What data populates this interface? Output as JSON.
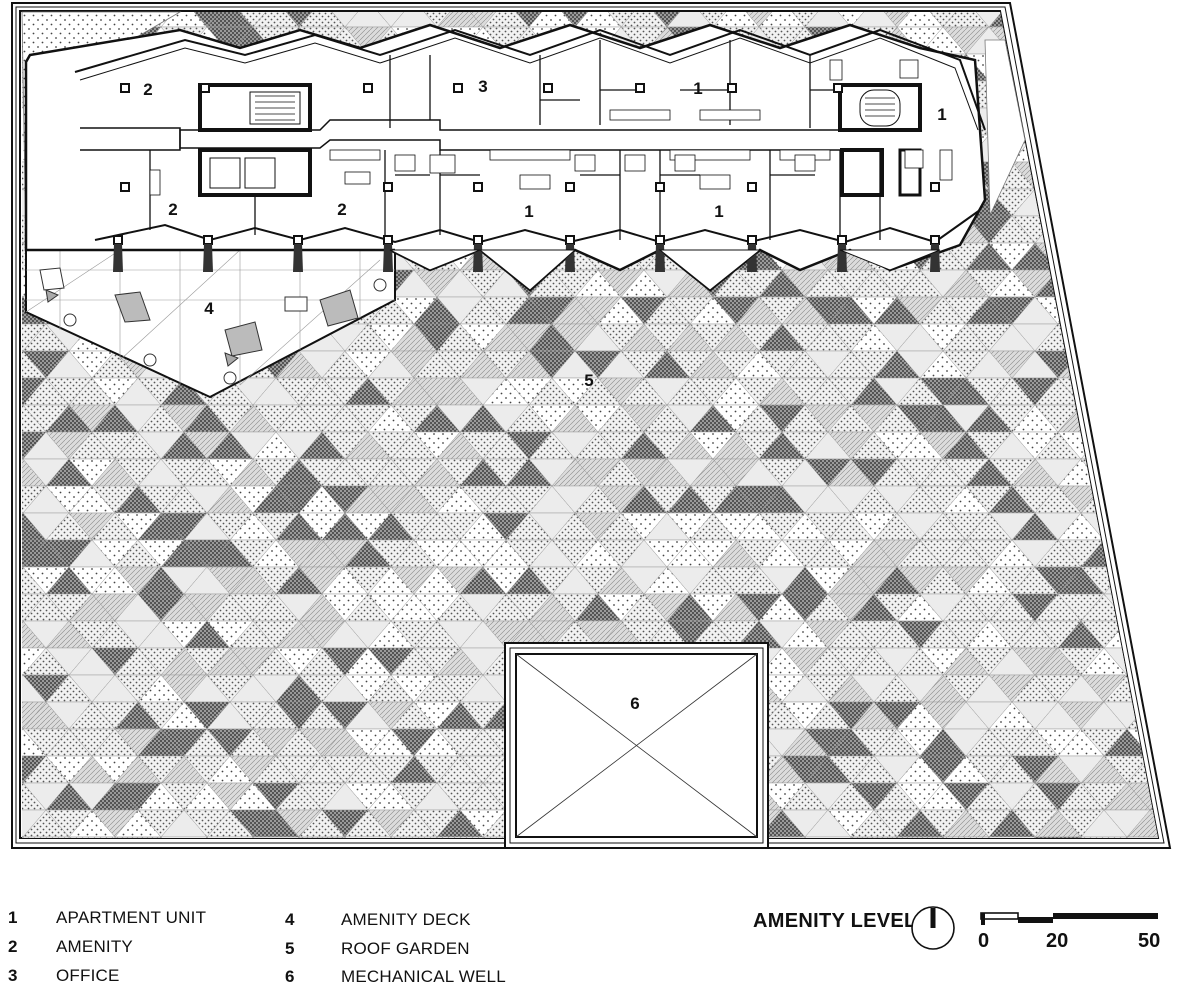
{
  "drawing": {
    "title": "AMENITY LEVEL",
    "north_icon": "north-arrow-icon",
    "scale_labels": [
      "0",
      "20",
      "50"
    ]
  },
  "plan_labels": [
    {
      "id": "u1a",
      "text": "2"
    },
    {
      "id": "u1b",
      "text": "3"
    },
    {
      "id": "u1c",
      "text": "1"
    },
    {
      "id": "u1d",
      "text": "1"
    },
    {
      "id": "u2a",
      "text": "2"
    },
    {
      "id": "u2b",
      "text": "2"
    },
    {
      "id": "u2c",
      "text": "1"
    },
    {
      "id": "u2d",
      "text": "1"
    },
    {
      "id": "deck",
      "text": "4"
    },
    {
      "id": "garden",
      "text": "5"
    },
    {
      "id": "well",
      "text": "6"
    }
  ],
  "legend": [
    {
      "num": "1",
      "text": "APARTMENT UNIT"
    },
    {
      "num": "2",
      "text": "AMENITY"
    },
    {
      "num": "3",
      "text": "OFFICE"
    },
    {
      "num": "4",
      "text": "AMENITY DECK"
    },
    {
      "num": "5",
      "text": "ROOF GARDEN"
    },
    {
      "num": "6",
      "text": "MECHANICAL WELL"
    }
  ],
  "colors": {
    "ink": "#111111",
    "garden_light": "#e6e6e6",
    "garden_mid": "#bdbdbd",
    "garden_dark": "#8a8a8a",
    "paper": "#ffffff"
  }
}
